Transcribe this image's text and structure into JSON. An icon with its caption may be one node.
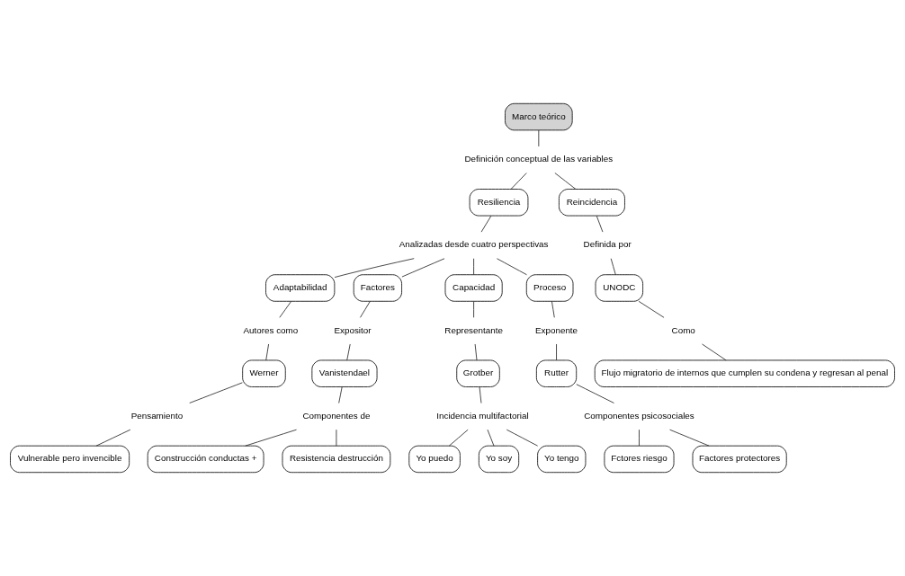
{
  "diagram": {
    "nodes": [
      {
        "text": [
          "Marco teórico"
        ]
      },
      {
        "text": [
          "Definición conceptual de las variables"
        ]
      },
      {
        "text": [
          "Resiliencia"
        ]
      },
      {
        "text": [
          "Reincidencia"
        ]
      },
      {
        "text": [
          "Analizadas desde cuatro perspectivas"
        ]
      },
      {
        "text": [
          "Adaptabilidad"
        ]
      },
      {
        "text": [
          "Factores"
        ]
      },
      {
        "text": [
          "Capacidad"
        ]
      },
      {
        "text": [
          "Proceso"
        ]
      },
      {
        "text": [
          "Autores como"
        ]
      },
      {
        "text": [
          "Werner"
        ]
      },
      {
        "text": [
          "Pensamiento"
        ]
      },
      {
        "text": [
          "Vulnerable pero invencible"
        ]
      },
      {
        "text": [
          "Representante"
        ]
      },
      {
        "text": [
          "Grotber"
        ]
      },
      {
        "text": [
          "Incidencia multifactorial"
        ]
      },
      {
        "text": [
          "Yo puedo"
        ]
      },
      {
        "text": [
          "Yo soy"
        ]
      },
      {
        "text": [
          "Yo tengo"
        ]
      },
      {
        "text": [
          "Exponente"
        ]
      },
      {
        "text": [
          "Rutter"
        ]
      },
      {
        "text": [
          "Componentes psicosociales"
        ]
      },
      {
        "text": [
          "Fctores riesgo"
        ]
      },
      {
        "text": [
          "Factores protectores"
        ]
      },
      {
        "text": [
          "Expositor"
        ]
      },
      {
        "text": [
          "Vanistendael"
        ]
      },
      {
        "text": [
          "Componentes de"
        ]
      },
      {
        "text": [
          "Construcción conductas +"
        ]
      },
      {
        "text": [
          "Resistencia destrucción"
        ]
      },
      {
        "text": [
          "Definida por"
        ]
      },
      {
        "text": [
          "UNODC"
        ]
      },
      {
        "text": [
          "Como"
        ]
      },
      {
        "text": [
          "Flujo migratorio de internos que cumplen su condena y regresan al penal"
        ]
      }
    ],
    "edges": [
      {
        "from": 0,
        "to": 1,
        "arrow": "none"
      },
      {
        "from": 1,
        "to": 2,
        "arrow": "none"
      },
      {
        "from": 1,
        "to": 3,
        "arrow": "none"
      },
      {
        "from": 2,
        "to": 4,
        "arrow": "none"
      },
      {
        "from": 4,
        "to": 5,
        "arrow": "none"
      },
      {
        "from": 4,
        "to": 6,
        "arrow": "none"
      },
      {
        "from": 4,
        "to": 7,
        "arrow": "none"
      },
      {
        "from": 4,
        "to": 8,
        "arrow": "none"
      },
      {
        "from": 5,
        "to": 9,
        "arrow": "none"
      },
      {
        "from": 9,
        "to": 10,
        "arrow": "none"
      },
      {
        "from": 10,
        "to": 11,
        "arrow": "none"
      },
      {
        "from": 11,
        "to": 12,
        "arrow": "none"
      },
      {
        "from": 7,
        "to": 13,
        "arrow": "none"
      },
      {
        "from": 13,
        "to": 14,
        "arrow": "none"
      },
      {
        "from": 14,
        "to": 15,
        "arrow": "none"
      },
      {
        "from": 15,
        "to": 16,
        "arrow": "none"
      },
      {
        "from": 15,
        "to": 17,
        "arrow": "none"
      },
      {
        "from": 15,
        "to": 18,
        "arrow": "none"
      },
      {
        "from": 8,
        "to": 19,
        "arrow": "none"
      },
      {
        "from": 19,
        "to": 20,
        "arrow": "none"
      },
      {
        "from": 20,
        "to": 21,
        "arrow": "none"
      },
      {
        "from": 21,
        "to": 22,
        "arrow": "none"
      },
      {
        "from": 21,
        "to": 23,
        "arrow": "none"
      },
      {
        "from": 6,
        "to": 24,
        "arrow": "none"
      },
      {
        "from": 24,
        "to": 25,
        "arrow": "none"
      },
      {
        "from": 25,
        "to": 26,
        "arrow": "none"
      },
      {
        "from": 26,
        "to": 27,
        "arrow": "none"
      },
      {
        "from": 26,
        "to": 28,
        "arrow": "none"
      },
      {
        "from": 3,
        "to": 29,
        "arrow": "none"
      },
      {
        "from": 29,
        "to": 30,
        "arrow": "none"
      },
      {
        "from": 30,
        "to": 31,
        "arrow": "none"
      },
      {
        "from": 31,
        "to": 32,
        "arrow": "none"
      }
    ]
  }
}
